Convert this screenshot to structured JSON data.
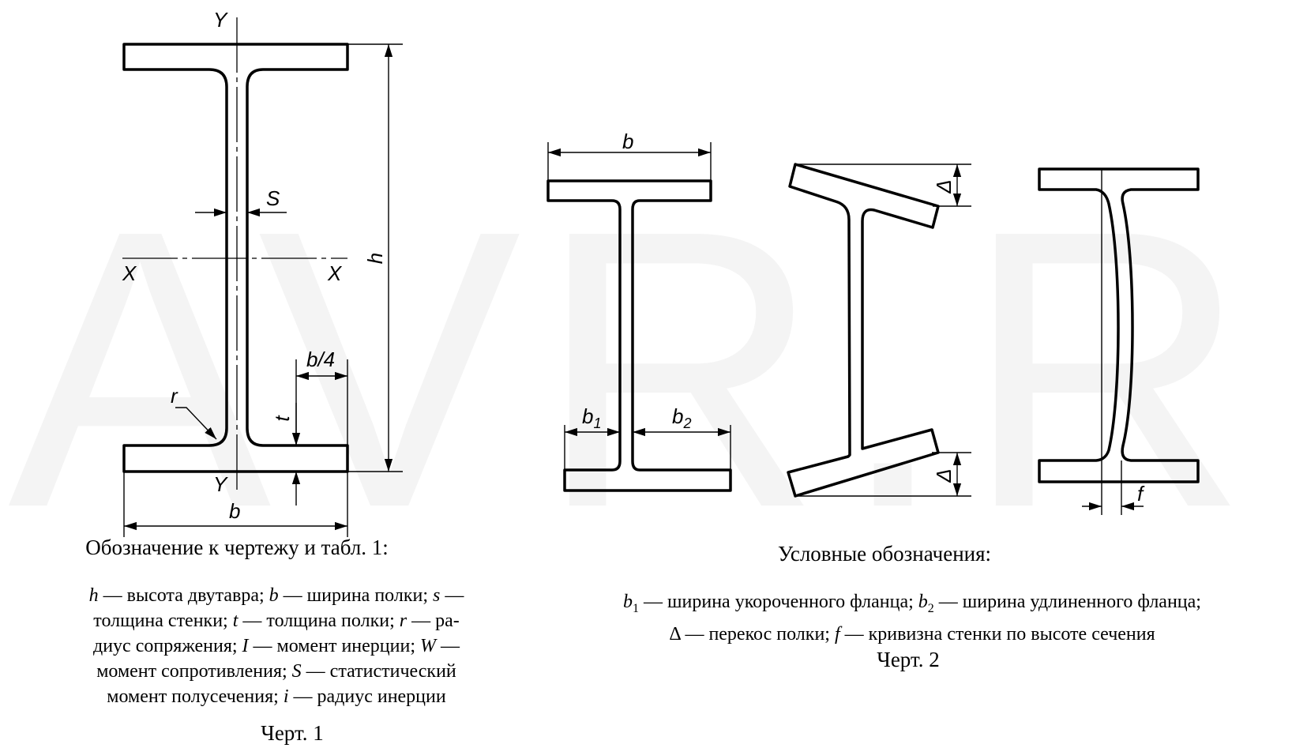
{
  "watermark": "AVR.RU",
  "drawing1": {
    "labels": {
      "y_top": "Y",
      "y_bottom": "Y",
      "x_left": "X",
      "x_right": "X",
      "s": "S",
      "h": "h",
      "b": "b",
      "b_quarter": "b/4",
      "t": "t",
      "r": "r"
    },
    "caption": "Обозначение к чертежу и табл. 1:",
    "legend": [
      [
        {
          "sym": "h"
        },
        {
          "txt": " — высота двутавра; "
        },
        {
          "sym": "b"
        },
        {
          "txt": " — ширина полки; "
        },
        {
          "sym": "s"
        },
        {
          "txt": " —"
        }
      ],
      [
        {
          "txt": "толщина стенки; "
        },
        {
          "sym": "t"
        },
        {
          "txt": " — толщина полки; "
        },
        {
          "sym": "r"
        },
        {
          "txt": " — ра-"
        }
      ],
      [
        {
          "txt": "диус сопряжения; "
        },
        {
          "sym": "I"
        },
        {
          "txt": " — момент инерции; "
        },
        {
          "sym": "W"
        },
        {
          "txt": " —"
        }
      ],
      [
        {
          "txt": "момент сопротивления; "
        },
        {
          "sym": "S"
        },
        {
          "txt": " — статистический"
        }
      ],
      [
        {
          "txt": "момент полусечения; "
        },
        {
          "sym": "i"
        },
        {
          "txt": " — радиус инерции"
        }
      ]
    ],
    "figure_label": "Черт. 1"
  },
  "drawing2": {
    "labels": {
      "b": "b",
      "b1": "b",
      "b1_sub": "1",
      "b2": "b",
      "b2_sub": "2",
      "delta_top": "Δ",
      "delta_bottom": "Δ",
      "f": "f"
    },
    "caption": "Условные обозначения:",
    "legend": [
      [
        {
          "sym": "b",
          "sub": "1"
        },
        {
          "txt": " — ширина укороченного фланца; "
        },
        {
          "sym": "b",
          "sub": "2"
        },
        {
          "txt": " — ширина удлиненного фланца;"
        }
      ],
      [
        {
          "txt": "Δ — перекос полки; "
        },
        {
          "sym": "f"
        },
        {
          "txt": " — кривизна стенки по высоте сечения"
        }
      ]
    ],
    "figure_label": "Черт. 2"
  }
}
